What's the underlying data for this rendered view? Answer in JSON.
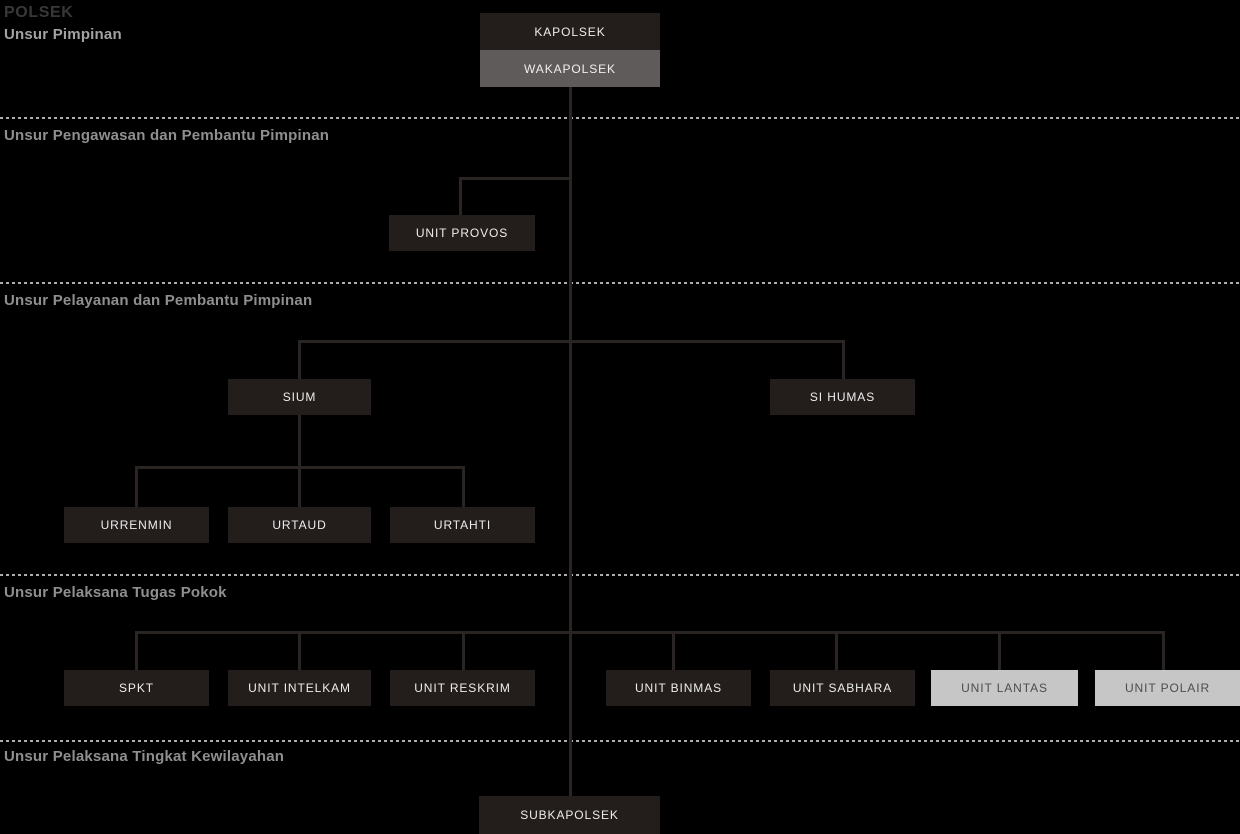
{
  "title": "POLSEK",
  "sections": [
    {
      "label": "Unsur Pimpinan"
    },
    {
      "label": "Unsur Pengawasan dan Pembantu Pimpinan"
    },
    {
      "label": "Unsur Pelayanan dan Pembantu Pimpinan"
    },
    {
      "label": "Unsur Pelaksana Tugas Pokok"
    },
    {
      "label": "Unsur Pelaksana Tingkat Kewilayahan"
    }
  ],
  "nodes": {
    "kapolsek": {
      "label": "KAPOLSEK",
      "section": "Unsur Pimpinan",
      "parent": null
    },
    "wakapolsek": {
      "label": "WAKAPOLSEK",
      "section": "Unsur Pimpinan",
      "parent": "KAPOLSEK"
    },
    "unit_provos": {
      "label": "UNIT PROVOS",
      "section": "Unsur Pengawasan dan Pembantu Pimpinan",
      "parent": "KAPOLSEK"
    },
    "sium": {
      "label": "SIUM",
      "section": "Unsur Pelayanan dan Pembantu Pimpinan",
      "parent": "KAPOLSEK"
    },
    "si_humas": {
      "label": "SI HUMAS",
      "section": "Unsur Pelayanan dan Pembantu Pimpinan",
      "parent": "KAPOLSEK"
    },
    "urrenmin": {
      "label": "URRENMIN",
      "section": "Unsur Pelayanan dan Pembantu Pimpinan",
      "parent": "SIUM"
    },
    "urtaud": {
      "label": "URTAUD",
      "section": "Unsur Pelayanan dan Pembantu Pimpinan",
      "parent": "SIUM"
    },
    "urtahti": {
      "label": "URTAHTI",
      "section": "Unsur Pelayanan dan Pembantu Pimpinan",
      "parent": "SIUM"
    },
    "spkt": {
      "label": "SPKT",
      "section": "Unsur Pelaksana Tugas Pokok",
      "parent": "KAPOLSEK"
    },
    "unit_intelkam": {
      "label": "UNIT INTELKAM",
      "section": "Unsur Pelaksana Tugas Pokok",
      "parent": "KAPOLSEK"
    },
    "unit_reskrim": {
      "label": "UNIT RESKRIM",
      "section": "Unsur Pelaksana Tugas Pokok",
      "parent": "KAPOLSEK"
    },
    "unit_binmas": {
      "label": "UNIT BINMAS",
      "section": "Unsur Pelaksana Tugas Pokok",
      "parent": "KAPOLSEK"
    },
    "unit_sabhara": {
      "label": "UNIT SABHARA",
      "section": "Unsur Pelaksana Tugas Pokok",
      "parent": "KAPOLSEK"
    },
    "unit_lantas": {
      "label": "UNIT LANTAS",
      "section": "Unsur Pelaksana Tugas Pokok",
      "parent": "KAPOLSEK",
      "variant": "conditional"
    },
    "unit_polair": {
      "label": "UNIT POLAIR",
      "section": "Unsur Pelaksana Tugas Pokok",
      "parent": "KAPOLSEK",
      "variant": "conditional"
    },
    "subkapolsek": {
      "label": "SUBKAPOLSEK",
      "section": "Unsur Pelaksana Tingkat Kewilayahan",
      "parent": "KAPOLSEK"
    }
  },
  "colors": {
    "background": "#000000",
    "node_dark": "#231d1b",
    "node_gray": "#5f5b5a",
    "node_light": "#c7c6c6",
    "connector": "#2a2422",
    "separator": "#aeaeae",
    "section_text": "#8f8f8f",
    "title_text": "#383838"
  }
}
